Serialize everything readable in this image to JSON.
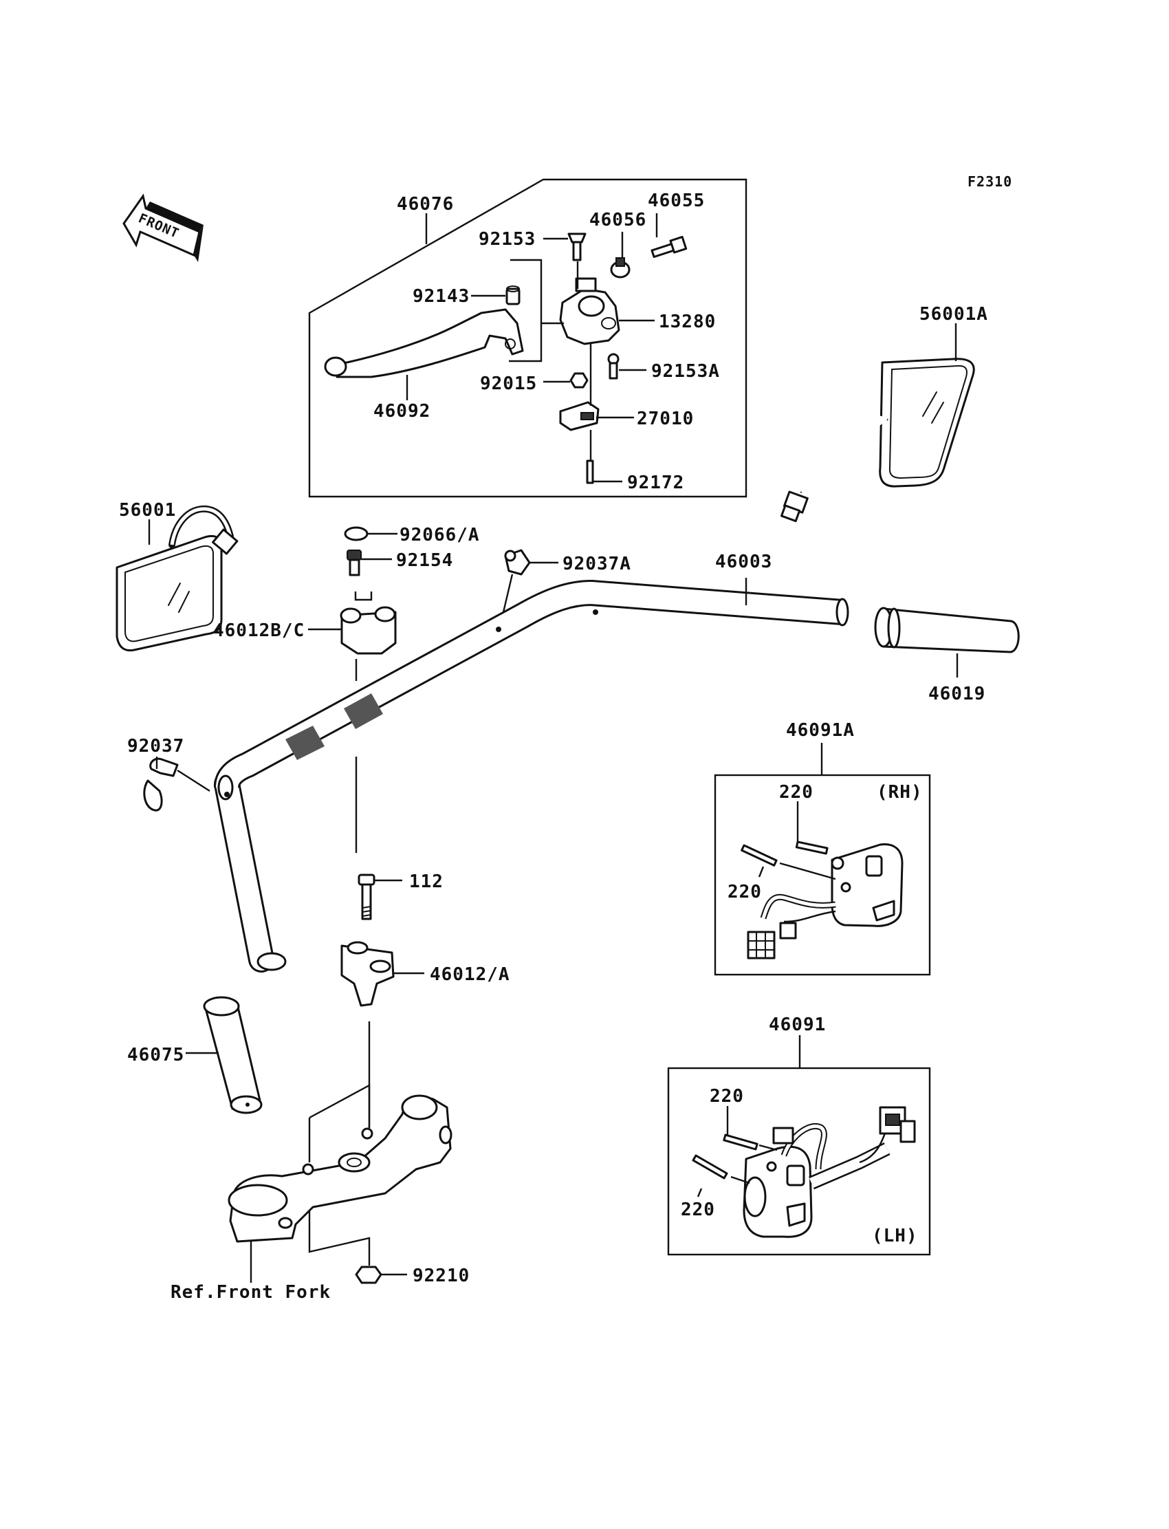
{
  "figure_code": "F2310",
  "direction_label": "FRONT",
  "parts": [
    {
      "id": "p46076",
      "label": "46076"
    },
    {
      "id": "p46055",
      "label": "46055"
    },
    {
      "id": "p46056",
      "label": "46056"
    },
    {
      "id": "p92153",
      "label": "92153"
    },
    {
      "id": "p92143",
      "label": "92143"
    },
    {
      "id": "p13280",
      "label": "13280"
    },
    {
      "id": "p92153A",
      "label": "92153A"
    },
    {
      "id": "p92015",
      "label": "92015"
    },
    {
      "id": "p46092",
      "label": "46092"
    },
    {
      "id": "p27010",
      "label": "27010"
    },
    {
      "id": "p92172",
      "label": "92172"
    },
    {
      "id": "p56001A",
      "label": "56001A"
    },
    {
      "id": "p56001",
      "label": "56001"
    },
    {
      "id": "p92066A",
      "label": "92066/A"
    },
    {
      "id": "p92154",
      "label": "92154"
    },
    {
      "id": "p92037A",
      "label": "92037A"
    },
    {
      "id": "p46003",
      "label": "46003"
    },
    {
      "id": "p46012BC",
      "label": "46012B/C"
    },
    {
      "id": "p46019",
      "label": "46019"
    },
    {
      "id": "p46091A",
      "label": "46091A"
    },
    {
      "id": "p92037",
      "label": "92037"
    },
    {
      "id": "p220a",
      "label": "220"
    },
    {
      "id": "p220b",
      "label": "220"
    },
    {
      "id": "p112",
      "label": "112"
    },
    {
      "id": "p46012A",
      "label": "46012/A"
    },
    {
      "id": "p46091",
      "label": "46091"
    },
    {
      "id": "p220c",
      "label": "220"
    },
    {
      "id": "p220d",
      "label": "220"
    },
    {
      "id": "p46075",
      "label": "46075"
    },
    {
      "id": "p92210",
      "label": "92210"
    },
    {
      "id": "pRefFork",
      "label": "Ref.Front Fork"
    }
  ],
  "side_labels": {
    "rh": "(RH)",
    "lh": "(LH)"
  }
}
